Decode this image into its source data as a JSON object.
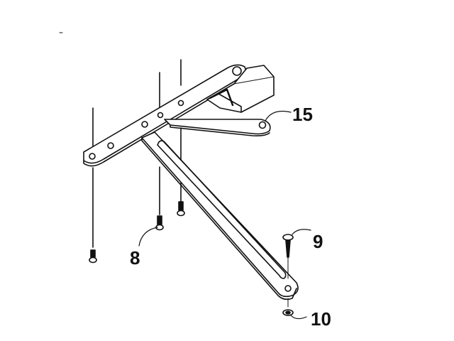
{
  "diagram": {
    "subject": "Window casement stay arm assembly",
    "callouts": [
      {
        "id": "15",
        "label": "15",
        "part": "pivot-arm-with-slide-block"
      },
      {
        "id": "8",
        "label": "8",
        "part": "mounting-screws"
      },
      {
        "id": "9",
        "label": "9",
        "part": "arm-screw"
      },
      {
        "id": "10",
        "label": "10",
        "part": "washer"
      }
    ]
  },
  "colors": {
    "line": "#111111",
    "background": "#ffffff"
  }
}
